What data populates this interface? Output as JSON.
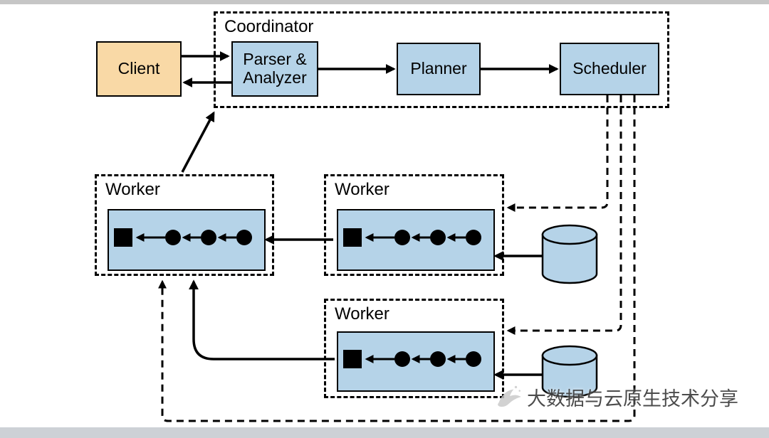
{
  "coordinator": {
    "label": "Coordinator",
    "nodes": {
      "parser": {
        "label": "Parser & Analyzer"
      },
      "planner": {
        "label": "Planner"
      },
      "scheduler": {
        "label": "Scheduler"
      }
    }
  },
  "client": {
    "label": "Client"
  },
  "workers": [
    {
      "label": "Worker"
    },
    {
      "label": "Worker"
    },
    {
      "label": "Worker"
    }
  ],
  "data_sources": [
    {
      "icon": "database-cylinder-icon"
    },
    {
      "icon": "database-cylinder-icon"
    }
  ],
  "pipeline_icons": {
    "task": "square-icon",
    "driver": "circle-icon"
  },
  "watermark": {
    "text": "大数据与云原生技术分享",
    "icon": "bird-logo-icon"
  },
  "colors": {
    "node_blue": "#b5d3e8",
    "client_tan": "#f9d9a6",
    "line_black": "#000000",
    "watermark_gray": "#3d3d3d"
  }
}
